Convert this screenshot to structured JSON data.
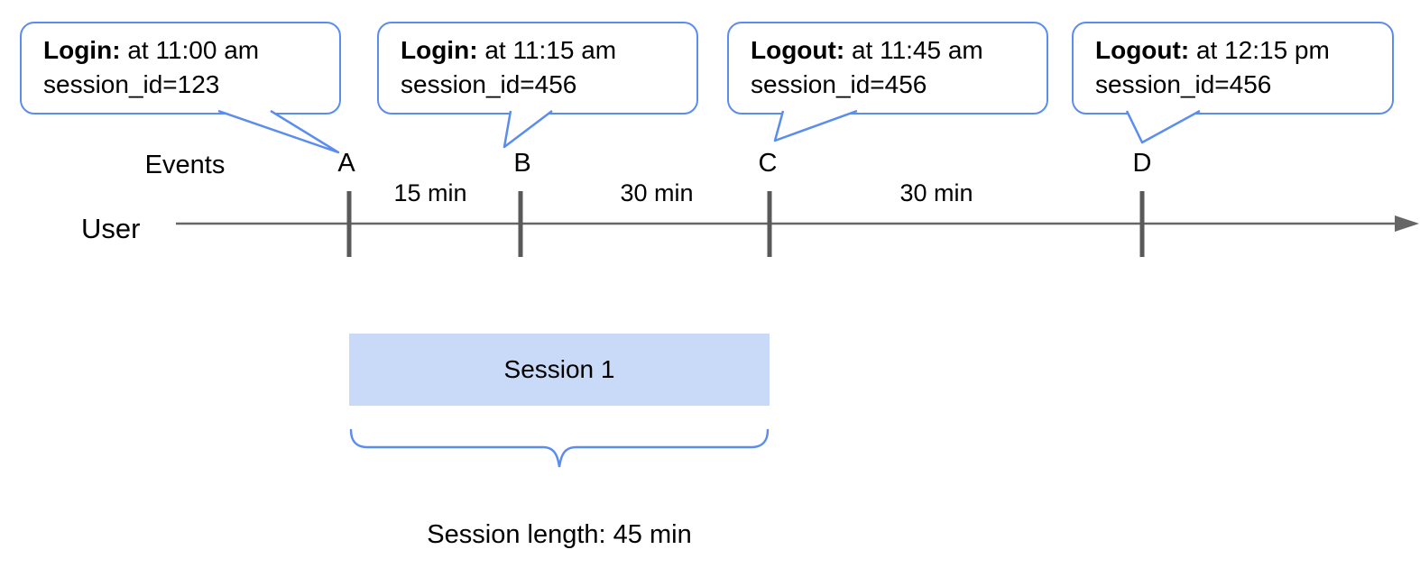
{
  "colors": {
    "bubble_border": "#5b8def",
    "brace": "#5b8def",
    "session_fill": "#c9daf8",
    "timeline": "#666666",
    "tick": "#595959",
    "text": "#000000"
  },
  "callouts": [
    {
      "title": "Login:",
      "detail": "at 11:00 am",
      "line2": "session_id=123"
    },
    {
      "title": "Login:",
      "detail": "at 11:15 am",
      "line2": "session_id=456"
    },
    {
      "title": "Logout:",
      "detail": "at 11:45 am",
      "line2": "session_id=456"
    },
    {
      "title": "Logout:",
      "detail": "at 12:15 pm",
      "line2": "session_id=456"
    }
  ],
  "timeline": {
    "events_label": "Events",
    "user_label": "User",
    "ticks": [
      {
        "label": "A"
      },
      {
        "label": "B"
      },
      {
        "label": "C"
      },
      {
        "label": "D"
      }
    ],
    "intervals": [
      "15 min",
      "30 min",
      "30 min"
    ]
  },
  "session": {
    "label": "Session 1",
    "length_label": "Session length: 45 min"
  }
}
